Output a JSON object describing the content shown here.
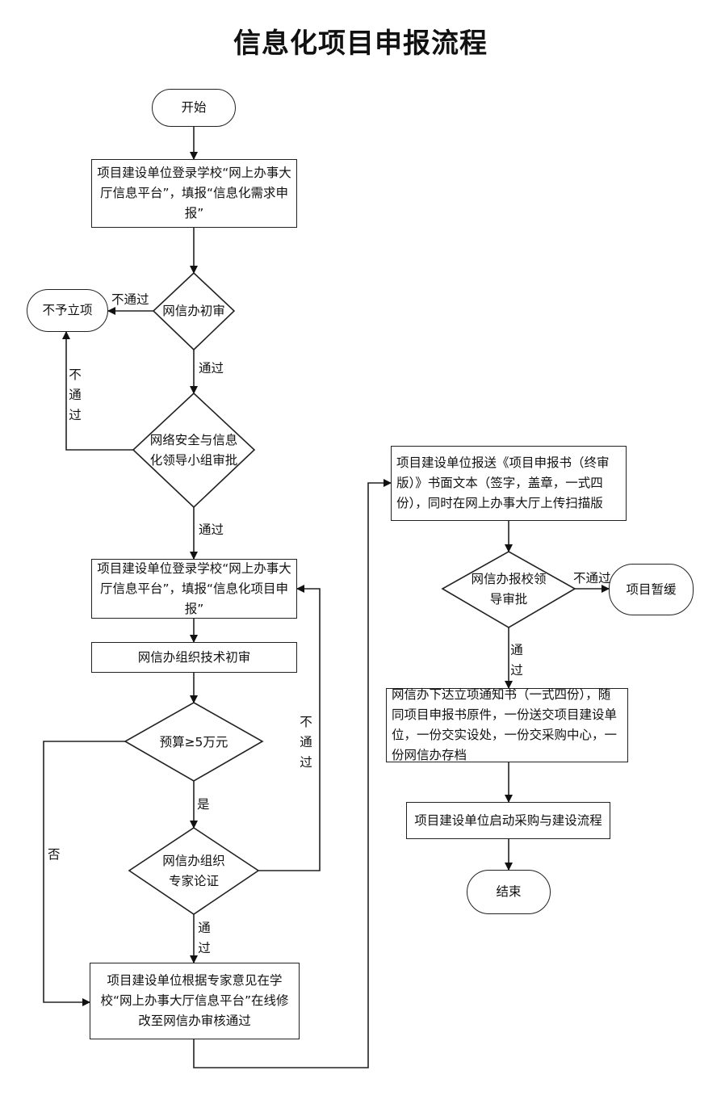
{
  "title": "信息化项目申报流程",
  "nodes": {
    "start": "开始",
    "reg_login": "项目建设单位登录学校“网上办事大厅信息平台”，填报“信息化需求申报”",
    "prelim_review": "网信办初审",
    "reject": "不予立项",
    "committee": "网络安全与信息化领导小组审批",
    "project_login": "项目建设单位登录学校“网上办事大厅信息平台”，填报“信息化项目申报”",
    "tech_review": "网信办组织技术初审",
    "budget": "预算≥5万元",
    "expert_review": "网信办组织专家论证",
    "revise": "项目建设单位根据专家意见在学校“网上办事大厅信息平台”在线修改至网信办审核通过",
    "submit_book": "项目建设单位报送《项目申报书（终审版）》书面文本（签字，盖章，一式四份），同时在网上办事大厅上传扫描版",
    "leader_approval": "网信办报校领导审批",
    "suspend": "项目暂缓",
    "notice": "网信办下达立项通知书（一式四份），随同项目申报书原件，一份送交项目建设单位，一份交实设处，一份交采购中心，一份网信办存档",
    "launch": "项目建设单位启动采购与建设流程",
    "end": "结束"
  },
  "labels": {
    "fail_1": "不通过",
    "pass_1": "通过",
    "fail_2": "不通过",
    "pass_2": "通过",
    "yes": "是",
    "no": "否",
    "fail_3": "不通过",
    "pass_3": "通过",
    "fail_4": "不通过",
    "pass_4": "通过"
  }
}
